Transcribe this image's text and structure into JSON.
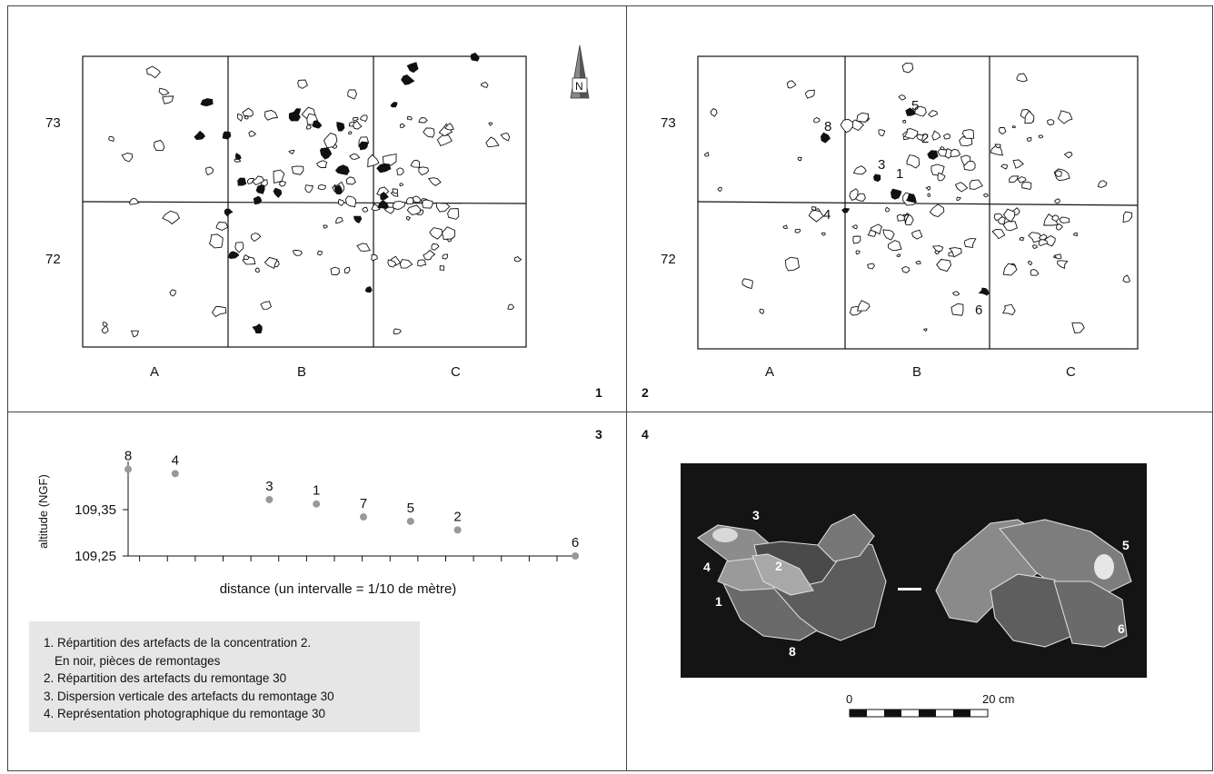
{
  "panel_numbers": [
    "1",
    "2",
    "3",
    "4"
  ],
  "map1": {
    "row_labels": [
      "73",
      "72"
    ],
    "col_labels": [
      "A",
      "B",
      "C"
    ],
    "north_label": "N"
  },
  "map2": {
    "row_labels": [
      "73",
      "72"
    ],
    "col_labels": [
      "A",
      "B",
      "C"
    ],
    "piece_labels": [
      "8",
      "5",
      "2",
      "3",
      "1",
      "4",
      "7",
      "6"
    ]
  },
  "chart_data": {
    "type": "scatter",
    "ylabel": "altitude (NGF)",
    "xlabel": "distance (un intervalle = 1/10 de mètre)",
    "y_ticks": [
      "109,35",
      "109,25"
    ],
    "ylim": [
      109.25,
      109.47
    ],
    "x_intervals": 16,
    "grid": false,
    "color": "#999999",
    "points": [
      {
        "label": "8",
        "x": 0,
        "y": 109.45
      },
      {
        "label": "4",
        "x": 2,
        "y": 109.44
      },
      {
        "label": "3",
        "x": 6,
        "y": 109.38
      },
      {
        "label": "1",
        "x": 8,
        "y": 109.37
      },
      {
        "label": "7",
        "x": 10,
        "y": 109.34
      },
      {
        "label": "5",
        "x": 12,
        "y": 109.33
      },
      {
        "label": "2",
        "x": 14,
        "y": 109.31
      },
      {
        "label": "6",
        "x": 19,
        "y": 109.25
      }
    ]
  },
  "photo": {
    "left_labels": [
      "3",
      "4",
      "2",
      "1",
      "8"
    ],
    "right_labels": [
      "5",
      "6"
    ],
    "scale_start": "0",
    "scale_end": "20 cm"
  },
  "caption": {
    "item1": "1. Répartition des artefacts de la concentration 2.",
    "item1b": "En noir, pièces de remontages",
    "item2": "2. Répartition des artefacts du remontage 30",
    "item3": "3. Dispersion verticale des artefacts du remontage 30",
    "item4": "4. Représentation photographique du remontage 30"
  },
  "colors": {
    "ink": "#111111",
    "photo_bg": "#141414",
    "caption_bg": "#e6e6e6",
    "dots": "#999999"
  }
}
